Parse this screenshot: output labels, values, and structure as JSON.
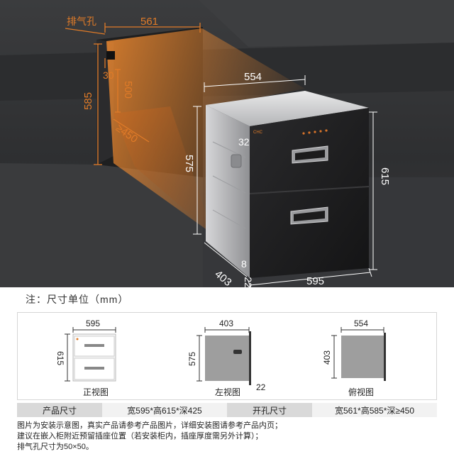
{
  "hero": {
    "vent_label": "排气孔",
    "dim_561": "561",
    "dim_30": "30",
    "dim_500": "500",
    "dim_585": "585",
    "dim_450": "≥450",
    "dim_554": "554",
    "dim_575": "575",
    "dim_32": "32",
    "dim_615": "615",
    "dim_8": "8",
    "dim_403": "403",
    "dim_595": "595",
    "dim_22": "22",
    "brand": "CHC"
  },
  "note": "注：尺寸单位（mm）",
  "views": {
    "front": {
      "width": "595",
      "height": "615",
      "label": "正视图"
    },
    "left": {
      "depth": "403",
      "height": "575",
      "lip": "22",
      "label": "左视图"
    },
    "top": {
      "width": "554",
      "depth": "403",
      "label": "俯视图"
    }
  },
  "spec": {
    "product_label": "产品尺寸",
    "product_value": "宽595*高615*深425",
    "cutout_label": "开孔尺寸",
    "cutout_value": "宽561*高585*深≥450"
  },
  "footnote": {
    "line1": "图片为安装示意图，真实产品请参考产品图片，详细安装图请参考产品内页；",
    "line2": "建议在嵌入柜附近预留插座位置（若安装柜内，插座厚度需另外计算）；",
    "line3": "排气孔尺寸为50×50。"
  },
  "colors": {
    "accent": "#e07b28",
    "panel": "#1d1d1f",
    "steel": "#c9c9cb"
  }
}
